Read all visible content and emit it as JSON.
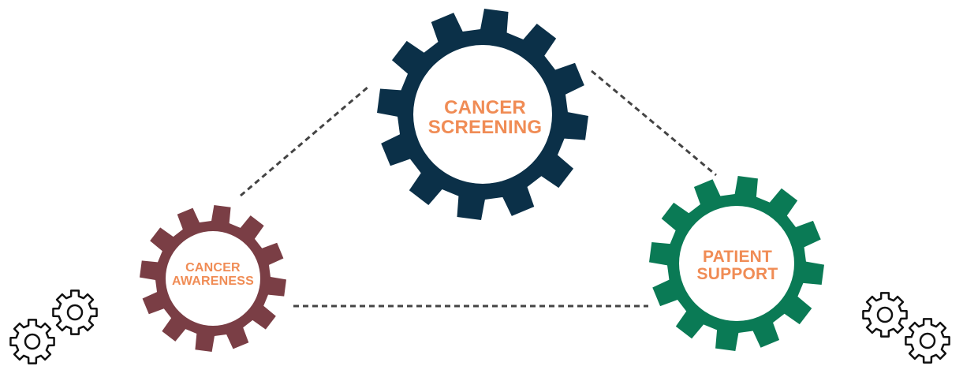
{
  "colors": {
    "screening_gear": "#0b3048",
    "awareness_gear": "#7a3e45",
    "support_gear": "#0a7a55",
    "label_text": "#f08c55",
    "connector": "#444444",
    "small_gear_stroke": "#111111"
  },
  "gears": {
    "screening": {
      "line1": "CANCER",
      "line2": "SCREENING"
    },
    "awareness": {
      "line1": "CANCER",
      "line2": "AWARENESS"
    },
    "support": {
      "line1": "PATIENT",
      "line2": "SUPPORT"
    }
  },
  "icons": {
    "left_cluster": "gears-icon",
    "right_cluster": "gears-icon"
  }
}
